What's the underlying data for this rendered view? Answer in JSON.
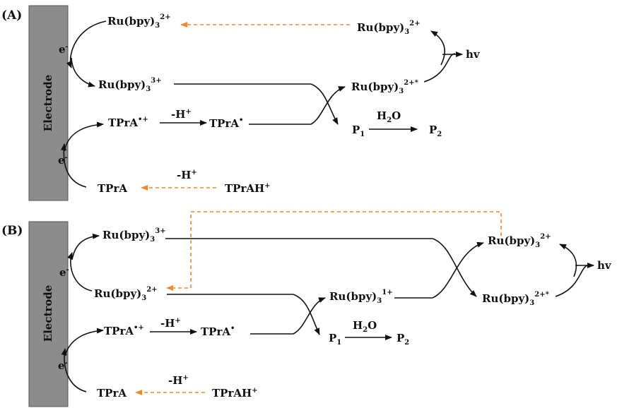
{
  "panels": {
    "a": {
      "label": "(A)",
      "electrode": "Electrode",
      "electron": "e",
      "electron_sup": "-",
      "ru2_top": {
        "base": "Ru(bpy)",
        "sub": "3",
        "sup": "2+"
      },
      "ru2_right": {
        "base": "Ru(bpy)",
        "sub": "3",
        "sup": "2+"
      },
      "ru3": {
        "base": "Ru(bpy)",
        "sub": "3",
        "sup": "3+"
      },
      "ru2_excited": {
        "base": "Ru(bpy)",
        "sub": "3",
        "sup": "2+*"
      },
      "hv": "hv",
      "tpra_radical_cation": {
        "base": "TPrA",
        "sup": "•+"
      },
      "tpra_radical": {
        "base": "TPrA",
        "sup": "•"
      },
      "minus_h_top": {
        "base": "-H",
        "sup": "+"
      },
      "p1": {
        "base": "P",
        "sub": "1"
      },
      "p2": {
        "base": "P",
        "sub": "2"
      },
      "h2o": {
        "base": "H",
        "sub": "2",
        "tail": "O"
      },
      "tpra": "TPrA",
      "tprah": {
        "base": "TPrAH",
        "sup": "+"
      },
      "minus_h_bottom": {
        "base": "-H",
        "sup": "+"
      }
    },
    "b": {
      "label": "(B)",
      "electrode": "Electrode",
      "electron": "e",
      "electron_sup": "-",
      "ru3": {
        "base": "Ru(bpy)",
        "sub": "3",
        "sup": "3+"
      },
      "ru2_left": {
        "base": "Ru(bpy)",
        "sub": "3",
        "sup": "2+"
      },
      "ru1": {
        "base": "Ru(bpy)",
        "sub": "3",
        "sup": "1+"
      },
      "ru2_right": {
        "base": "Ru(bpy)",
        "sub": "3",
        "sup": "2+"
      },
      "ru2_excited": {
        "base": "Ru(bpy)",
        "sub": "3",
        "sup": "2+*"
      },
      "hv": "hv",
      "tpra_radical_cation": {
        "base": "TPrA",
        "sup": "•+"
      },
      "tpra_radical": {
        "base": "TPrA",
        "sup": "•"
      },
      "minus_h_top": {
        "base": "-H",
        "sup": "+"
      },
      "p1": {
        "base": "P",
        "sub": "1"
      },
      "p2": {
        "base": "P",
        "sub": "2"
      },
      "h2o": {
        "base": "H",
        "sub": "2",
        "tail": "O"
      },
      "tpra": "TPrA",
      "tprah": {
        "base": "TPrAH",
        "sup": "+"
      },
      "minus_h_bottom": {
        "base": "-H",
        "sup": "+"
      }
    }
  },
  "colors": {
    "electrode": "#8c8c8c",
    "electrode_border": "#555555",
    "dashed_arrow": "#f08a2e",
    "solid": "#111111"
  }
}
